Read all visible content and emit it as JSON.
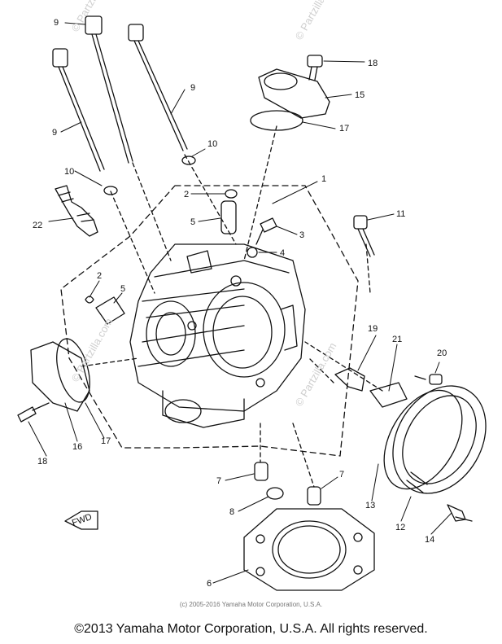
{
  "diagram": {
    "callouts": {
      "c1": "1",
      "c2a": "2",
      "c2b": "2",
      "c3": "3",
      "c4": "4",
      "c5a": "5",
      "c5b": "5",
      "c6": "6",
      "c7a": "7",
      "c7b": "7",
      "c8": "8",
      "c9a": "9",
      "c9b": "9",
      "c9c": "9",
      "c10a": "10",
      "c10b": "10",
      "c11": "11",
      "c12": "12",
      "c13": "13",
      "c14": "14",
      "c15": "15",
      "c16": "16",
      "c17a": "17",
      "c17b": "17",
      "c18a": "18",
      "c18b": "18",
      "c19": "19",
      "c20": "20",
      "c21": "21",
      "c22": "22"
    },
    "front_mark": "FWD",
    "watermark": "© Partzilla.com",
    "inner_copyright": "(c) 2005-2016 Yamaha Motor Corporation, U.S.A."
  },
  "footer": {
    "copyright": "©2013 Yamaha Motor Corporation, U.S.A. All rights reserved."
  }
}
